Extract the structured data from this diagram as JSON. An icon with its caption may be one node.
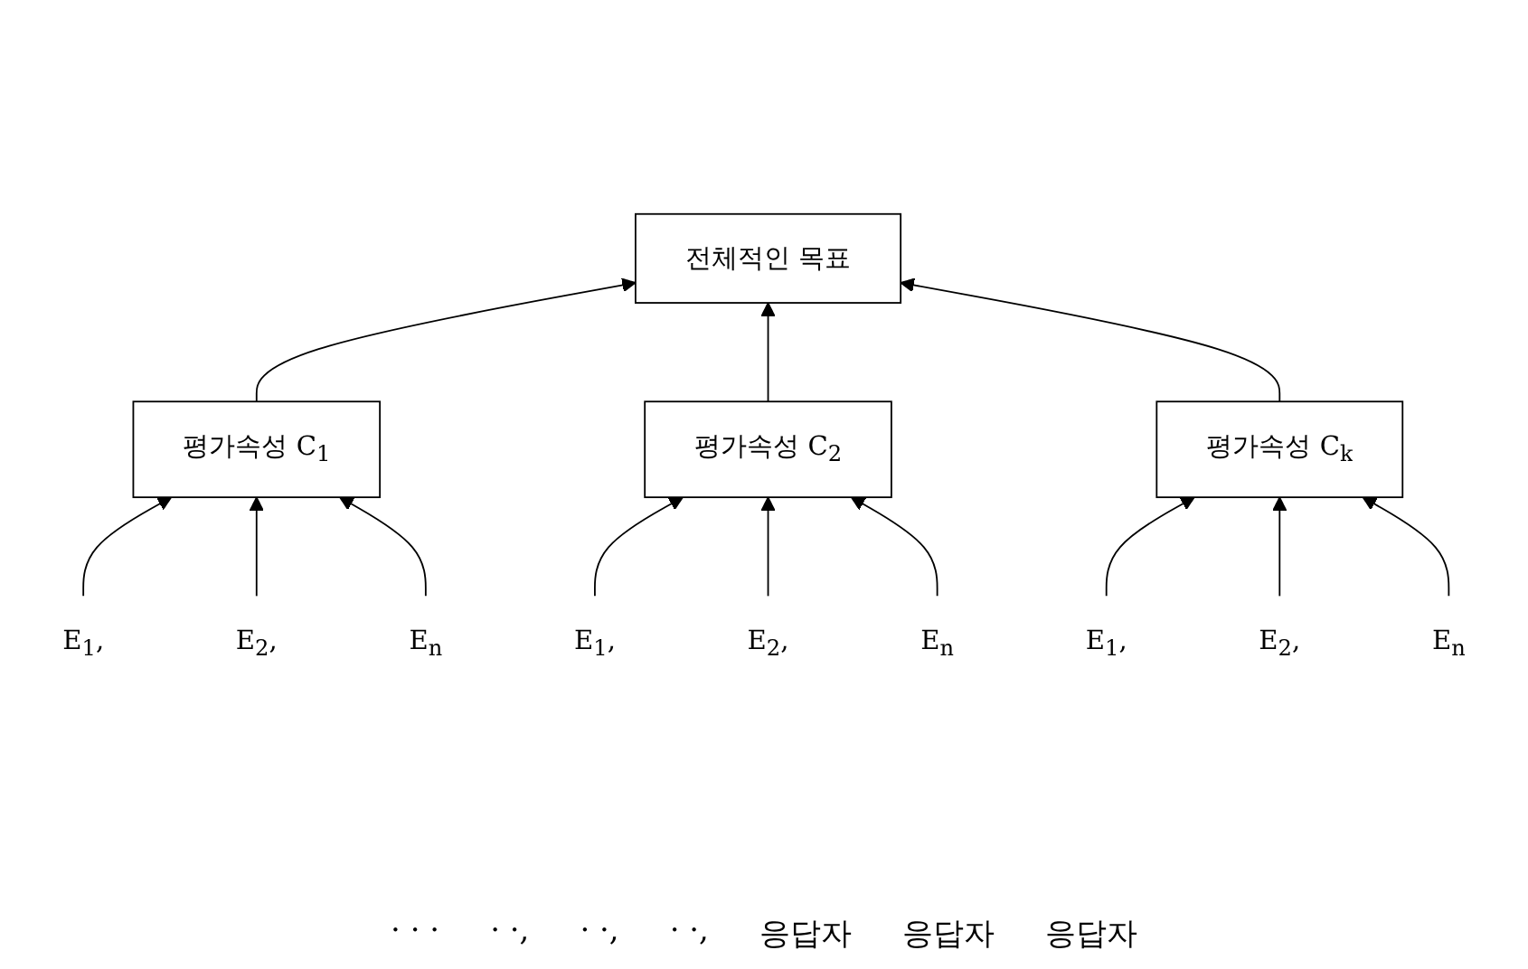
{
  "diagram": {
    "nodes": [
      {
        "text": [
          "전체적인 목표"
        ]
      },
      {
        "text": [
          "평가속성 C$_{1}$"
        ]
      },
      {
        "text": [
          "평가속성 C$_{2}$"
        ]
      },
      {
        "text": [
          "평가속성 C$_{k}$"
        ]
      },
      {
        "text": [
          "E$_{1}$,"
        ]
      },
      {
        "text": [
          "E$_{2}$,"
        ]
      },
      {
        "text": [
          "E$_{n}$"
        ]
      },
      {
        "text": [
          "E$_{1}$,"
        ]
      },
      {
        "text": [
          "E$_{2}$,"
        ]
      },
      {
        "text": [
          "E$_{n}$"
        ]
      },
      {
        "text": [
          "E$_{1}$,"
        ]
      },
      {
        "text": [
          "E$_{2}$,"
        ]
      },
      {
        "text": [
          "E$_{n}$"
        ]
      }
    ],
    "edges": [
      {
        "from": 1,
        "to": 0,
        "arrow": "to"
      },
      {
        "from": 2,
        "to": 0,
        "arrow": "to"
      },
      {
        "from": 3,
        "to": 0,
        "arrow": "to"
      },
      {
        "from": 4,
        "to": 1,
        "arrow": "to"
      },
      {
        "from": 5,
        "to": 1,
        "arrow": "to"
      },
      {
        "from": 6,
        "to": 1,
        "arrow": "to"
      },
      {
        "from": 7,
        "to": 2,
        "arrow": "to"
      },
      {
        "from": 8,
        "to": 2,
        "arrow": "to"
      },
      {
        "from": 9,
        "to": 2,
        "arrow": "to"
      },
      {
        "from": 10,
        "to": 3,
        "arrow": "to"
      },
      {
        "from": 11,
        "to": 3,
        "arrow": "to"
      },
      {
        "from": 12,
        "to": 3,
        "arrow": "to"
      }
    ],
    "labels": [
      "· · ·",
      "· ·,",
      "· ·,",
      "· ·,",
      "응답자",
      "응답자",
      "응답자"
    ]
  }
}
